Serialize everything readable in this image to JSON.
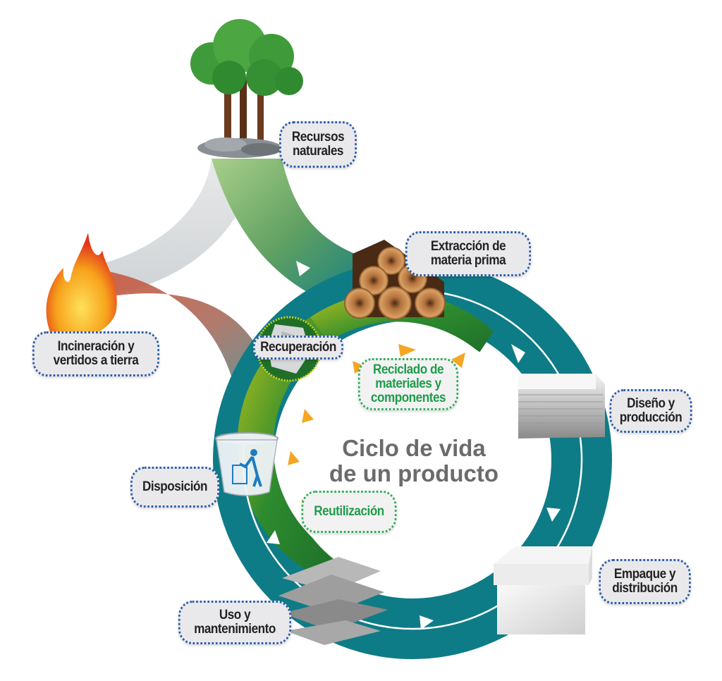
{
  "diagram": {
    "title_line1": "Ciclo de vida",
    "title_line2": "de un producto",
    "colors": {
      "cycle_ring": "#0e7c86",
      "inner_ring": "#2e8b2e",
      "recycle_arrows": "#f5a623",
      "label_border": "#2a5da8",
      "green_label_border": "#2fae5a",
      "green_label_text": "#1e9c4a",
      "title_text": "#6b6b6b"
    },
    "stages": [
      {
        "id": "recursos",
        "line1": "Recursos",
        "line2": "naturales",
        "icon": "trees-icon"
      },
      {
        "id": "extraccion",
        "line1": "Extracción de",
        "line2": "materia prima",
        "icon": "logs-icon"
      },
      {
        "id": "diseno",
        "line1": "Diseño y",
        "line2": "producción",
        "icon": "paper-stack-icon"
      },
      {
        "id": "empaque",
        "line1": "Empaque y",
        "line2": "distribución",
        "icon": "box-icon"
      },
      {
        "id": "uso",
        "line1": "Uso y",
        "line2": "mantenimiento",
        "icon": "used-papers-icon"
      },
      {
        "id": "disposicion",
        "line1": "Disposición",
        "line2": "",
        "icon": "trash-bin-icon"
      },
      {
        "id": "incineracion",
        "line1": "Incineración y",
        "line2": "vertidos a tierra",
        "icon": "fire-icon"
      }
    ],
    "recovery": {
      "recuperacion": "Recuperación",
      "reciclado_line1": "Reciclado de",
      "reciclado_line2": "materiales y",
      "reciclado_line3": "componentes",
      "reutilizacion": "Reutilización"
    }
  }
}
